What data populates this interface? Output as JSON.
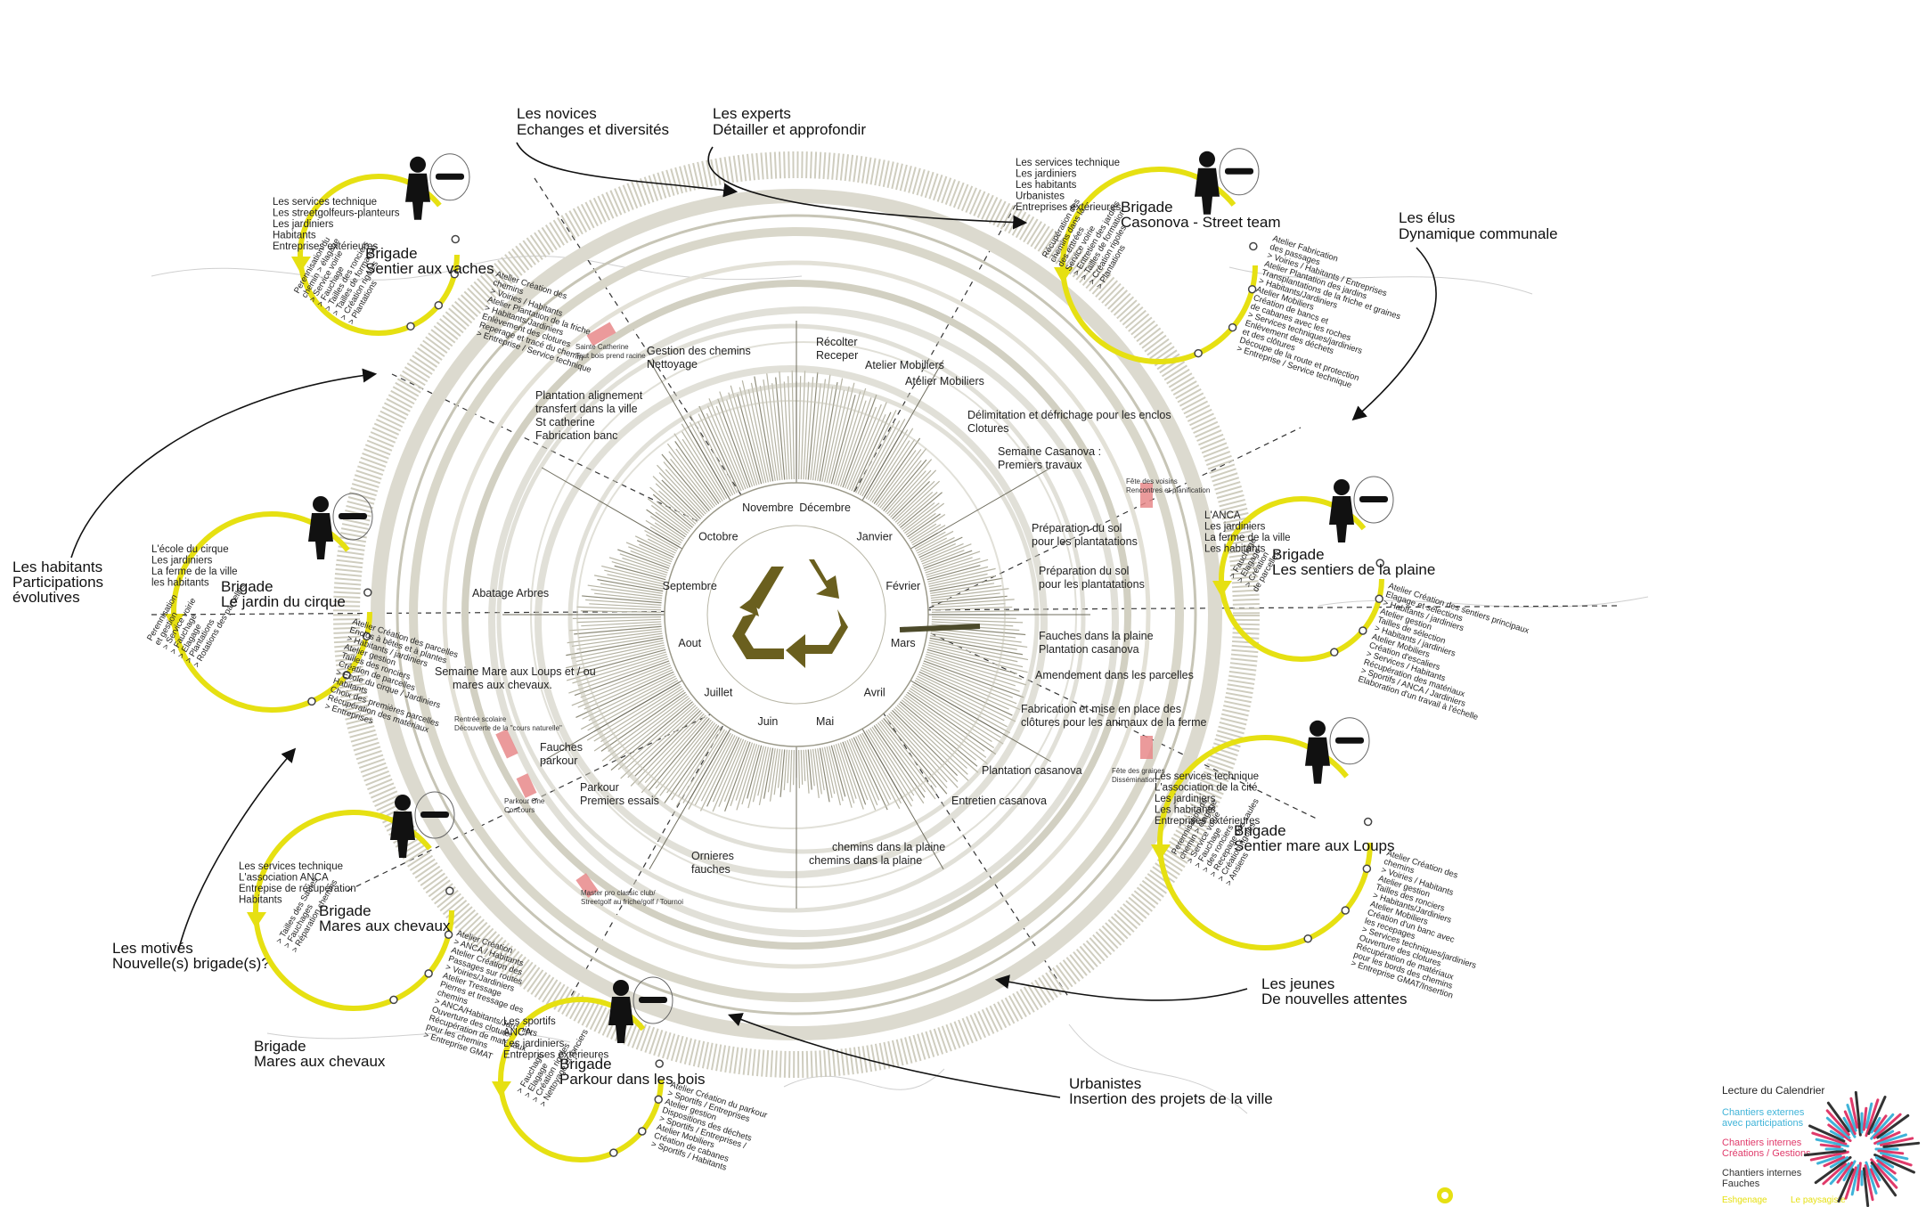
{
  "center_icon": "recycle-icon",
  "colors": {
    "ring": "#d6d4c8",
    "ring_dark": "#8c8a78",
    "brigade_yellow": "#e6e012",
    "recycle": "#6a5f1e",
    "pink_marker": "#e8888a",
    "legend_blue": "#3fb3d8",
    "legend_pink": "#e03a6a",
    "legend_yellow": "#e6e012"
  },
  "months": [
    "Décembre",
    "Janvier",
    "Février",
    "Mars",
    "Avril",
    "Mai",
    "Juin",
    "Juillet",
    "Aout",
    "Septembre",
    "Octobre",
    "Novembre"
  ],
  "groups": {
    "novices": {
      "line1": "Les novices",
      "line2": "Echanges et diversités"
    },
    "experts": {
      "line1": "Les experts",
      "line2": "Détailler et approfondir"
    },
    "elus": {
      "line1": "Les élus",
      "line2": "Dynamique communale"
    },
    "habitants": {
      "line1": "Les habitants",
      "line2": "Participations",
      "line3": "évolutives"
    },
    "motives": {
      "line1": "Les motivés",
      "line2": "Nouvelle(s) brigade(s)?"
    },
    "jeunes": {
      "line1": "Les jeunes",
      "line2": "De nouvelles attentes"
    },
    "urbanistes": {
      "line1": "Urbanistes",
      "line2": "Insertion des projets de la ville"
    },
    "brigade_bottom": {
      "line1": "Brigade",
      "line2": "Mares aux chevaux"
    }
  },
  "activities": [
    {
      "l1": "Gestion des chemins",
      "l2": "Nettoyage"
    },
    {
      "l1": "Récolter",
      "l2": "Receper"
    },
    {
      "l1": "Atelier Mobiliers",
      "l2": ""
    },
    {
      "l1": "Atelier Mobiliers",
      "l2": ""
    },
    {
      "l1": "Plantation alignement",
      "l2": "transfert dans la ville",
      "l3": "St catherine",
      "l4": "Fabrication banc"
    },
    {
      "l1": "Délimitation et défrichage pour les enclos",
      "l2": "Clotures"
    },
    {
      "l1": "Semaine Casanova :",
      "l2": "Premiers travaux"
    },
    {
      "l1": "Préparation du sol",
      "l2": "pour les plantatations"
    },
    {
      "l1": "Préparation du sol",
      "l2": "pour les plantatations"
    },
    {
      "l1": "Abatage Arbres",
      "l2": ""
    },
    {
      "l1": "Fauches dans la plaine",
      "l2": "Plantation casanova"
    },
    {
      "l1": "Amendement dans les parcelles",
      "l2": ""
    },
    {
      "l1": "Semaine Mare aux Loups et / ou",
      "l2": "mares aux chevaux."
    },
    {
      "l1": "Fabrication et mise en place des",
      "l2": "clôtures pour les animaux de la ferme"
    },
    {
      "l1": "Fauches",
      "l2": "parkour"
    },
    {
      "l1": "Plantation casanova",
      "l2": ""
    },
    {
      "l1": "Parkour",
      "l2": "Premiers essais"
    },
    {
      "l1": "Entretien casanova",
      "l2": ""
    },
    {
      "l1": "chemins dans la plaine",
      "l2": "chemins dans la plaine"
    },
    {
      "l1": "Ornieres",
      "l2": "fauches"
    }
  ],
  "events": [
    {
      "l1": "Sainte Catherine",
      "l2": "Tout bois prend racine"
    },
    {
      "l1": "Fête des voisins",
      "l2": "Rencontres et planification"
    },
    {
      "l1": "Rentrée scolaire",
      "l2": "Découverte de la \"cours naturelle\""
    },
    {
      "l1": "Parkour One",
      "l2": "Concours"
    },
    {
      "l1": "Fête des graines",
      "l2": "Dissémination"
    },
    {
      "l1": "Master pro classic club/",
      "l2": "Streetgolf au friche/golf / Tournoi"
    }
  ],
  "brigades": [
    {
      "title1": "Brigade",
      "title2": "Sentier aux vaches",
      "members": [
        "Les services technique",
        "Les streetgolfeurs-planteurs",
        "Les jardiniers",
        "Habitants",
        "Entreprises extérieures"
      ],
      "tasks": [
        "Perennisation du",
        "chemin > élagage",
        "> Service voirie",
        "> Fauchage",
        "> Tailles des ronciers",
        "> Tailles de formation",
        "> Création rigoles",
        "> Plantations"
      ],
      "ateliers": [
        "Atelier Création des",
        "chemins",
        "> Voiries / Habitants",
        "Atelier Plantation de la friche",
        "> Habitants/Jardiniers",
        "Enlèvement des clotures",
        "Reperage et tracé du chemin",
        "> Entreprise / Service technique"
      ]
    },
    {
      "title1": "Brigade",
      "title2": "Casonova - Street team",
      "members": [
        "Les services technique",
        "Les jardiniers",
        "Les habitants",
        "Urbanistes",
        "Entreprises extérieures"
      ],
      "tasks": [
        "Récupération des",
        "chemins dans la",
        "des entrées",
        "Service voirie",
        "> Entretien des jardins",
        "> Tailles de formation",
        "> Création rigoles",
        "> Plantations"
      ],
      "ateliers": [
        "Atelier Fabrication",
        "des passages",
        "> Voiries / Habitants / Entreprises",
        "Atelier Plantation des jardins",
        "Transplantations de la friche et graines",
        "> Habitants/Jardiniers",
        "Atelier Mobiliers",
        "Création de bancs et",
        "de cabanes avec les roches",
        "> Services techniques/jardiniers",
        "Enlèvement des déchets",
        "et des clôtures",
        "Découpe de la route et protection",
        "> Entreprise / Service technique"
      ]
    },
    {
      "title1": "Brigade",
      "title2": "Le jardin du cirque",
      "members": [
        "L'école du cirque",
        "Les jardiniers",
        "La ferme de la ville",
        "les habitants"
      ],
      "tasks": [
        "Perennisation",
        "et gestion",
        "> Service voirie",
        "> Fauchage",
        "> Elagage",
        "> Plantations",
        "> Rotations des parcelles"
      ],
      "ateliers": [
        "Atelier Création des parcelles",
        "Enclos à bêtes et à plantes",
        "> Habitants / jardiniers",
        "Atelier gestion",
        "Tailles des ronciers",
        "Création de parcelles",
        "> Ecole du cirque / Jardiniers",
        "Habitants",
        "Choix des premières parcelles",
        "Récupération des matériaux",
        "> Entreprises"
      ]
    },
    {
      "title1": "Brigade",
      "title2": "Les sentiers de la plaine",
      "members": [
        "L'ANCA",
        "Les jardiniers",
        "La ferme de la ville",
        "Les habitants"
      ],
      "tasks": [
        "> Fauchage",
        "> Elagage",
        "> Création",
        "de parcelles"
      ],
      "ateliers": [
        "Atelier Création des sentiers principaux",
        "Elagage et sélections",
        "> Habitants / jardiniers",
        "Atelier gestion",
        "Tailles de sélection",
        "> Habitants / jardiniers",
        "Atelier Mobiliers",
        "Création d'escaliers",
        "> Services / Habitants",
        "Récupération des matériaux",
        "> Sportifs / ANCA / Jardiniers",
        "Elaboration d'un travail à l'échelle"
      ]
    },
    {
      "title1": "Brigade",
      "title2": "Sentier mare aux Loups",
      "members": [
        "Les services technique",
        "L'association de la cité",
        "Les jardiniers",
        "Les habitants",
        "Entreprises extérieures"
      ],
      "tasks": [
        "Perennisation du",
        "chemin > élagage",
        "> Service voirie",
        "> Fauchage",
        "> des ronciers",
        "> Recepage des saules",
        "> Création rigoles",
        "> Ansiens"
      ],
      "ateliers": [
        "Atelier Création des",
        "chemins",
        "> Voiries / Habitants",
        "Atelier gestion",
        "Tailles des ronciers",
        "> Habitants/Jardiniers",
        "Atelier Mobiliers",
        "Création d'un banc avec",
        "les recepages",
        "> Services techniques/jardiniers",
        "Ouverture des clotures",
        "Récupération de matériaux",
        "pour les bords des chemins",
        "> Entreprise GMAT/Insertion"
      ]
    },
    {
      "title1": "Brigade",
      "title2": "Mares aux chevaux",
      "members": [
        "Les services technique",
        "L'association ANCA",
        "Entrepise de récupération",
        "Habitants"
      ],
      "tasks": [
        "> Tailles des Saules",
        "> Fauchages",
        "> Réparation chemins"
      ],
      "ateliers": [
        "Atelier Création",
        "> ANCA / Habitants",
        "Atelier Création des",
        "Passages sur routes",
        "> Voiries/Jardiniers",
        "Atelier Tressage",
        "Pierres et tressage des",
        "chemins",
        "> ANCA/Habitants/Jardiniers",
        "Ouverture des clotures",
        "Récupération de matériaux",
        "pour les chemins",
        "> Entreprise GMAT"
      ]
    },
    {
      "title1": "Brigade",
      "title2": "Parkour dans les bois",
      "members": [
        "Les sportifs",
        "ANCA",
        "Les jardiniers",
        "Entreprises extérieures"
      ],
      "tasks": [
        "> Fauchage",
        "> Elagage",
        "> Création rigoles",
        "> Nettoyage et ronciers"
      ],
      "ateliers": [
        "Atelier Création du parkour",
        "> Sportifs / Entreprises",
        "Atelier gestion",
        "Dispositions des déchets",
        "> Sportifs / Entreprises /",
        "Atelier Mobiliers",
        "Création de cabanes",
        "> Sportifs / Habitants"
      ]
    }
  ],
  "legend": {
    "title": "Lecture du Calendrier",
    "items": [
      {
        "l1": "Chantiers externes",
        "l2": "avec participations",
        "color": "#3fb3d8"
      },
      {
        "l1": "Chantiers internes",
        "l2": "Créations / Gestions",
        "color": "#e03a6a"
      },
      {
        "l1": "Chantiers internes",
        "l2": "Fauches",
        "color": "#333333"
      },
      {
        "l1": "Eshgenage",
        "l2": "Le paysagiste",
        "color": "#e6e012"
      }
    ]
  }
}
